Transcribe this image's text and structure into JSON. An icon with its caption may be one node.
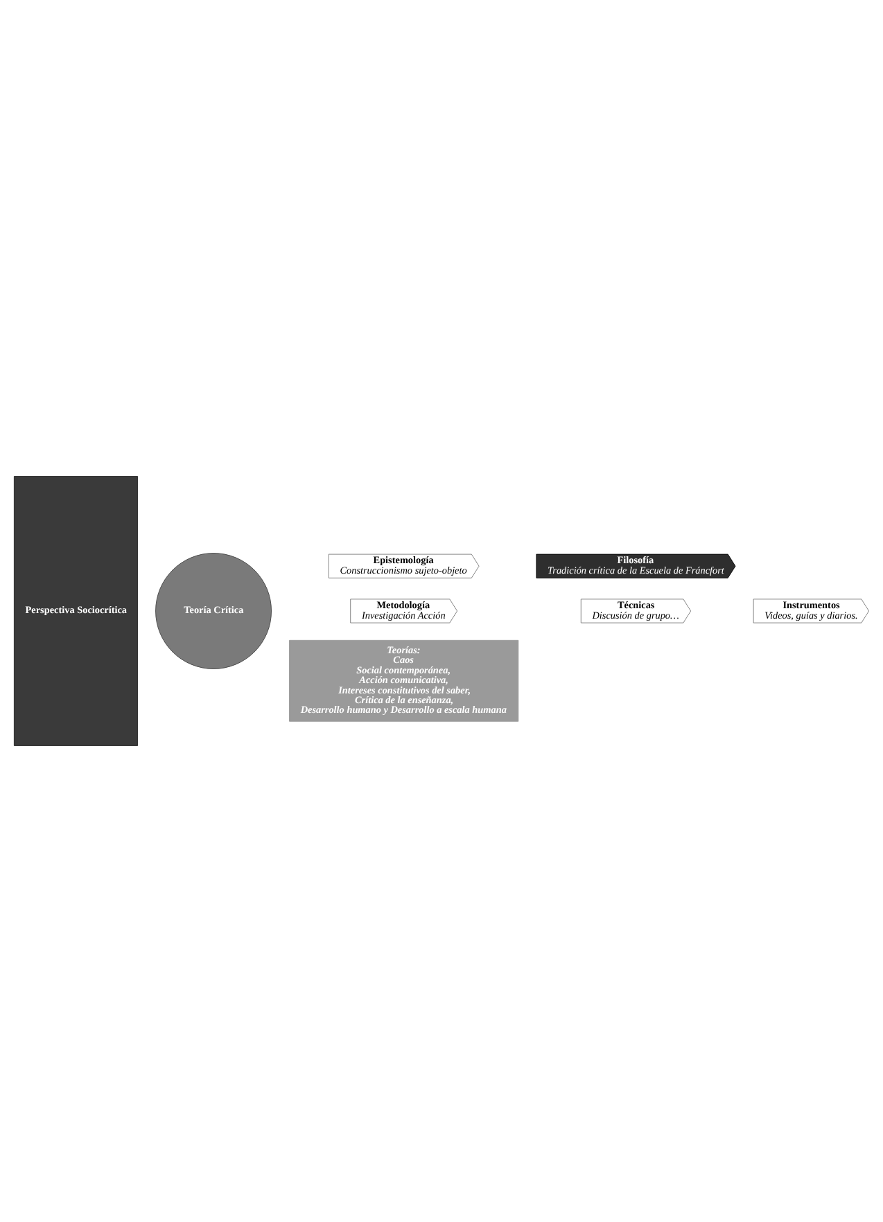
{
  "diagram": {
    "nodes": [
      {
        "text": [
          "Perspectiva Sociocrítica"
        ]
      },
      {
        "text": [
          "Teoría Crítica"
        ]
      },
      {
        "text": [
          "Epistemología",
          "Construccionismo sujeto-objeto"
        ]
      },
      {
        "text": [
          "Filosofía",
          "Tradición crítica de la Escuela de Fráncfort"
        ]
      },
      {
        "text": [
          "Metodología",
          "Investigación Acción"
        ]
      },
      {
        "text": [
          "Técnicas",
          "Discusión de grupo…"
        ]
      },
      {
        "text": [
          "Instrumentos",
          "Videos, guías y diarios."
        ]
      }
    ],
    "labels": [
      "Teorías:",
      "Caos",
      "Social contemporánea,",
      "Acción comunicativa,",
      "Intereses constitutivos del saber,",
      "Crítica de la enseñanza,",
      "Desarrollo humano y Desarrollo a escala humana"
    ]
  }
}
